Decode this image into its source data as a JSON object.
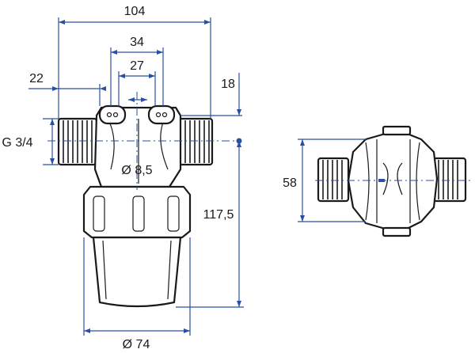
{
  "dimensions": {
    "overall_width": "104",
    "outer_spacing": "34",
    "inner_spacing": "27",
    "offset_left": "22",
    "top_offset": "18",
    "thread_size": "G 3/4",
    "orifice_diameter": "Ø 8,5",
    "overall_height": "117,5",
    "bowl_diameter": "Ø 74",
    "side_view_height": "58"
  },
  "colors": {
    "dimension_line": "#2b4fa3",
    "outline": "#1a1a1a",
    "background": "#ffffff"
  }
}
